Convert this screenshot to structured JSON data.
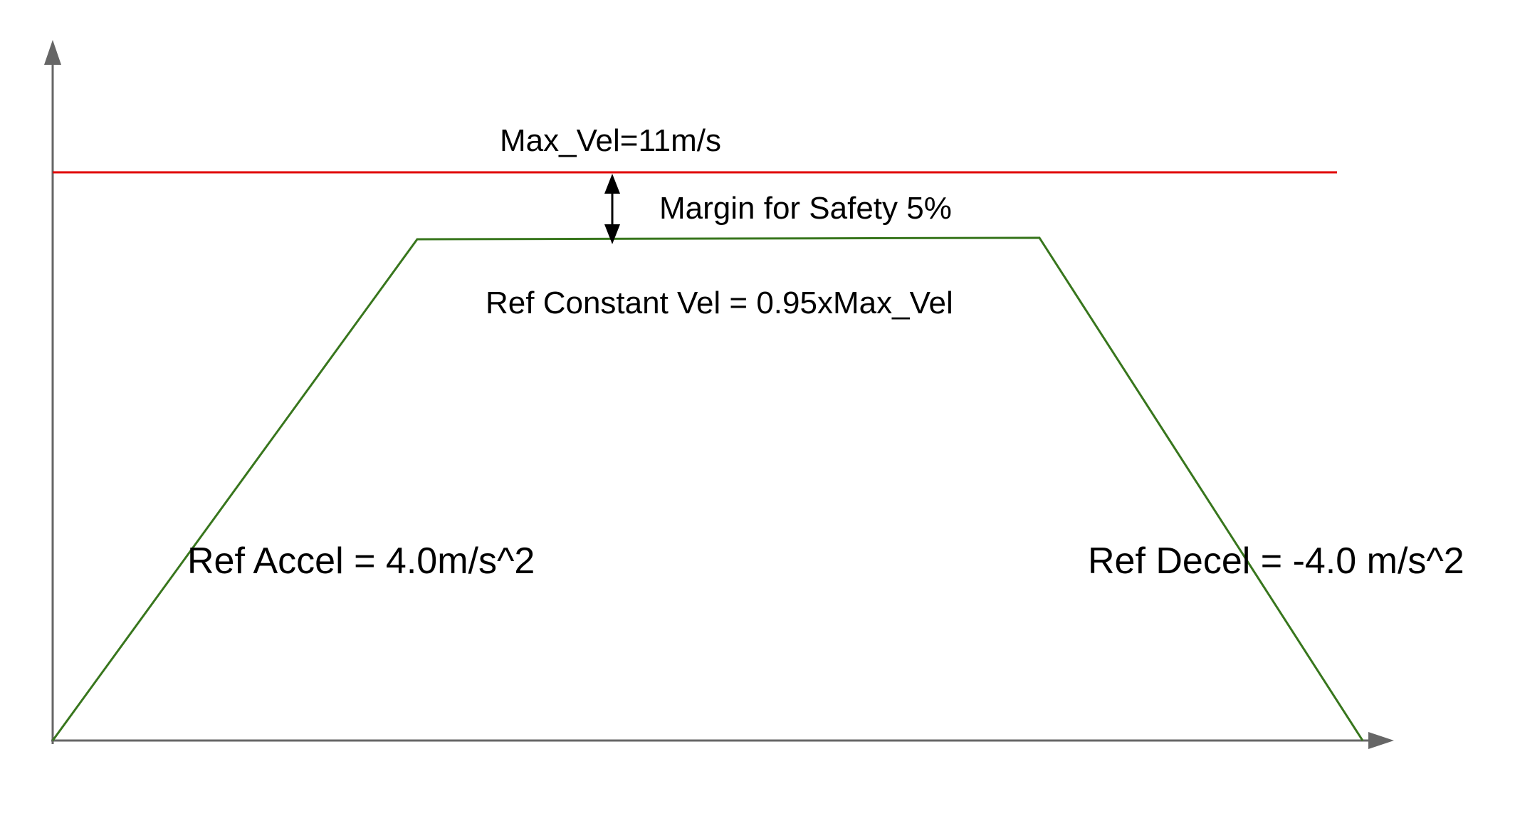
{
  "labels": {
    "max_vel": "Max_Vel=11m/s",
    "margin": "Margin for Safety 5%",
    "ref_constant_vel": "Ref Constant Vel = 0.95xMax_Vel",
    "ref_accel": "Ref Accel = 4.0m/s^2",
    "ref_decel": "Ref Decel = -4.0 m/s^2"
  },
  "colors": {
    "axis": "#666666",
    "max_vel_line": "#e00000",
    "profile": "#38761d",
    "arrow": "#000000",
    "text": "#000000"
  }
}
